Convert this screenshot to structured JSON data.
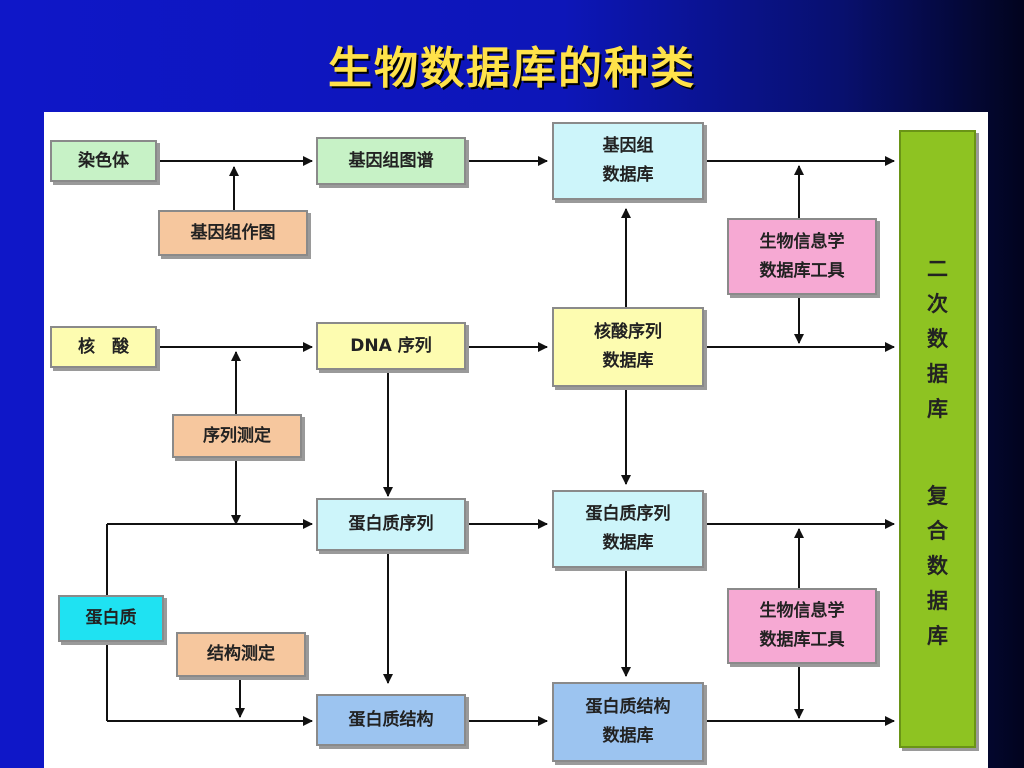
{
  "title": "生物数据库的种类",
  "nodes": {
    "chromosome": "染色体",
    "genome_mapping": "基因组作图",
    "genome_map": "基因组图谱",
    "genome_db": [
      "基因组",
      "数据库"
    ],
    "bio_tool_1": [
      "生物信息学",
      "数据库工具"
    ],
    "nucleic_acid": "核　酸",
    "dna_seq": "DNA 序列",
    "nucleic_seq_db": [
      "核酸序列",
      "数据库"
    ],
    "sequencing": "序列测定",
    "protein_seq": "蛋白质序列",
    "protein_seq_db": [
      "蛋白质序列",
      "数据库"
    ],
    "protein": "蛋白质",
    "structure_determination": "结构测定",
    "bio_tool_2": [
      "生物信息学",
      "数据库工具"
    ],
    "protein_struct": "蛋白质结构",
    "protein_struct_db": [
      "蛋白质结构",
      "数据库"
    ],
    "secondary_db": [
      "二",
      "次",
      "数",
      "据",
      "库"
    ],
    "composite_db": [
      "复",
      "合",
      "数",
      "据",
      "库"
    ]
  },
  "colors": {
    "green": "#c7f2c6",
    "orange": "#f6c79e",
    "yellow": "#fdfcb0",
    "pink": "#f6a9d3",
    "light_blue": "#cdf5fa",
    "cyan": "#1fe2f2",
    "blue": "#9cc4f0",
    "lime": "#8ec322",
    "title": "#ffe24a"
  }
}
